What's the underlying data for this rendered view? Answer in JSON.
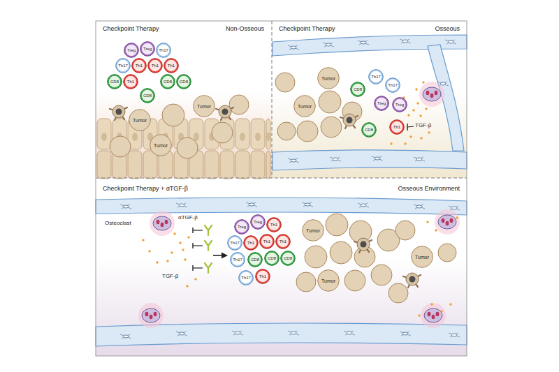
{
  "diagram": {
    "nodes": [
      {
        "text": [
          "Checkpoint Therapy",
          "Non-Osseous"
        ]
      },
      {
        "text": [
          "Treg"
        ],
        "in": 0
      },
      {
        "text": [
          "Treg"
        ],
        "in": 0
      },
      {
        "text": [
          "Th17"
        ],
        "in": 0
      },
      {
        "text": [
          "Th17"
        ],
        "in": 0
      },
      {
        "text": [
          "Th1"
        ],
        "in": 0
      },
      {
        "text": [
          "Th1"
        ],
        "in": 0
      },
      {
        "text": [
          "Th1"
        ],
        "in": 0
      },
      {
        "text": [
          "CD8"
        ],
        "in": 0
      },
      {
        "text": [
          "Th1"
        ],
        "in": 0
      },
      {
        "text": [
          "CD8"
        ],
        "in": 0
      },
      {
        "text": [
          "CD8"
        ],
        "in": 0
      },
      {
        "text": [
          "CD8"
        ],
        "in": 0
      },
      {
        "text": [
          "Tumor"
        ],
        "in": 0
      },
      {
        "text": [
          "Tumor"
        ],
        "in": 0
      },
      {
        "text": [
          "Tumor"
        ],
        "in": 0
      },
      {
        "text": [
          "Checkpoint Therapy",
          "Osseous"
        ]
      },
      {
        "text": [
          "Tumor"
        ],
        "in": 16
      },
      {
        "text": [
          "Tumor"
        ],
        "in": 16
      },
      {
        "text": [
          "CD8"
        ],
        "in": 16
      },
      {
        "text": [
          "Th17"
        ],
        "in": 16
      },
      {
        "text": [
          "Th17"
        ],
        "in": 16
      },
      {
        "text": [
          "Treg"
        ],
        "in": 16
      },
      {
        "text": [
          "Treg"
        ],
        "in": 16
      },
      {
        "text": [
          "Th1"
        ],
        "in": 16
      },
      {
        "text": [
          "CD8"
        ],
        "in": 16
      },
      {
        "text": [
          "Checkpoint Therapy + αTGF-β",
          "Osseous Environment"
        ]
      },
      {
        "text": [
          "Treg"
        ],
        "in": 26
      },
      {
        "text": [
          "Treg"
        ],
        "in": 26
      },
      {
        "text": [
          "Th1"
        ],
        "in": 26
      },
      {
        "text": [
          "Th17"
        ],
        "in": 26
      },
      {
        "text": [
          "Th1"
        ],
        "in": 26
      },
      {
        "text": [
          "Th1"
        ],
        "in": 26
      },
      {
        "text": [
          "Th1"
        ],
        "in": 26
      },
      {
        "text": [
          "Th17"
        ],
        "in": 26
      },
      {
        "text": [
          "CD8"
        ],
        "in": 26
      },
      {
        "text": [
          "CD8"
        ],
        "in": 26
      },
      {
        "text": [
          "CD8"
        ],
        "in": 26
      },
      {
        "text": [
          "Th1"
        ],
        "in": 26
      },
      {
        "text": [
          "Th17"
        ],
        "in": 26
      },
      {
        "text": [
          "Tumor"
        ],
        "in": 26
      },
      {
        "text": [
          "Tumor"
        ],
        "in": 26
      },
      {
        "text": [
          "Tumor"
        ],
        "in": 26
      }
    ],
    "labels": [
      "TGF-β",
      "Osteoclast",
      "αTGF-β",
      "TGF-β"
    ]
  }
}
